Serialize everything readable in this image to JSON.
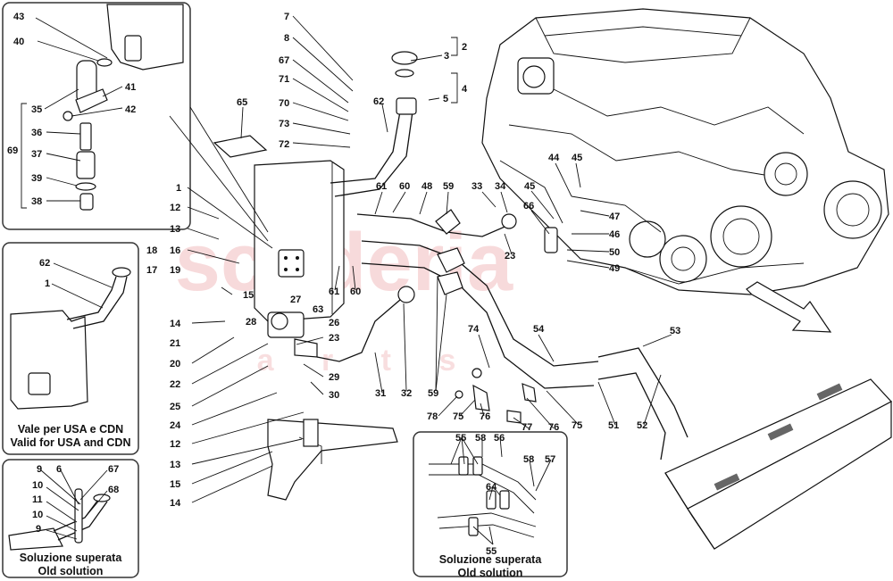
{
  "watermark": {
    "brand": "scuderia",
    "subtitle": "a r t s",
    "color": "#d21f26"
  },
  "captions": {
    "usa": [
      "Vale per USA e CDN",
      "Valid for USA and CDN"
    ],
    "old_left": [
      "Soluzione superata",
      "Old solution"
    ],
    "old_right": [
      "Soluzione superata",
      "Old solution"
    ]
  },
  "callouts": [
    "43",
    "40",
    "35",
    "41",
    "42",
    "36",
    "69",
    "37",
    "39",
    "38",
    "7",
    "8",
    "67",
    "71",
    "70",
    "73",
    "72",
    "65",
    "62",
    "2",
    "3",
    "4",
    "5",
    "1",
    "12",
    "13",
    "16",
    "18",
    "17",
    "19",
    "15",
    "14",
    "21",
    "20",
    "22",
    "25",
    "24",
    "12",
    "13",
    "15",
    "14",
    "27",
    "63",
    "28",
    "26",
    "23",
    "29",
    "30",
    "31",
    "32",
    "59",
    "61",
    "60",
    "48",
    "59",
    "61",
    "60",
    "33",
    "34",
    "66",
    "45",
    "23",
    "44",
    "45",
    "47",
    "46",
    "50",
    "49",
    "74",
    "54",
    "53",
    "78",
    "75",
    "76",
    "77",
    "76",
    "75",
    "51",
    "52",
    "55",
    "58",
    "56",
    "64",
    "55",
    "58",
    "57",
    "62",
    "1",
    "9",
    "6",
    "67",
    "10",
    "68",
    "11",
    "10",
    "9"
  ]
}
